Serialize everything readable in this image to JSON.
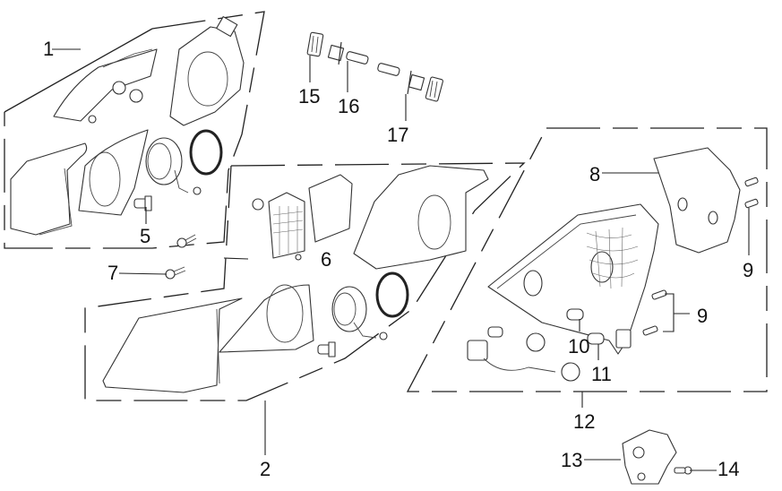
{
  "diagram": {
    "title": "Headlight assembly exploded parts diagram",
    "callouts": [
      {
        "id": "1",
        "label": "1"
      },
      {
        "id": "2",
        "label": "2"
      },
      {
        "id": "5",
        "label": "5"
      },
      {
        "id": "6",
        "label": "6"
      },
      {
        "id": "7",
        "label": "7"
      },
      {
        "id": "8",
        "label": "8"
      },
      {
        "id": "9a",
        "label": "9"
      },
      {
        "id": "9b",
        "label": "9"
      },
      {
        "id": "10",
        "label": "10"
      },
      {
        "id": "11",
        "label": "11"
      },
      {
        "id": "12",
        "label": "12"
      },
      {
        "id": "13",
        "label": "13"
      },
      {
        "id": "14",
        "label": "14"
      },
      {
        "id": "15",
        "label": "15"
      },
      {
        "id": "16",
        "label": "16"
      },
      {
        "id": "17",
        "label": "17"
      }
    ],
    "groups": [
      {
        "name": "headlight-assembly-left",
        "callout": "1"
      },
      {
        "name": "headlight-assembly-right",
        "callout": "2"
      },
      {
        "name": "rear-housing-assembly",
        "callout": "12"
      }
    ]
  }
}
